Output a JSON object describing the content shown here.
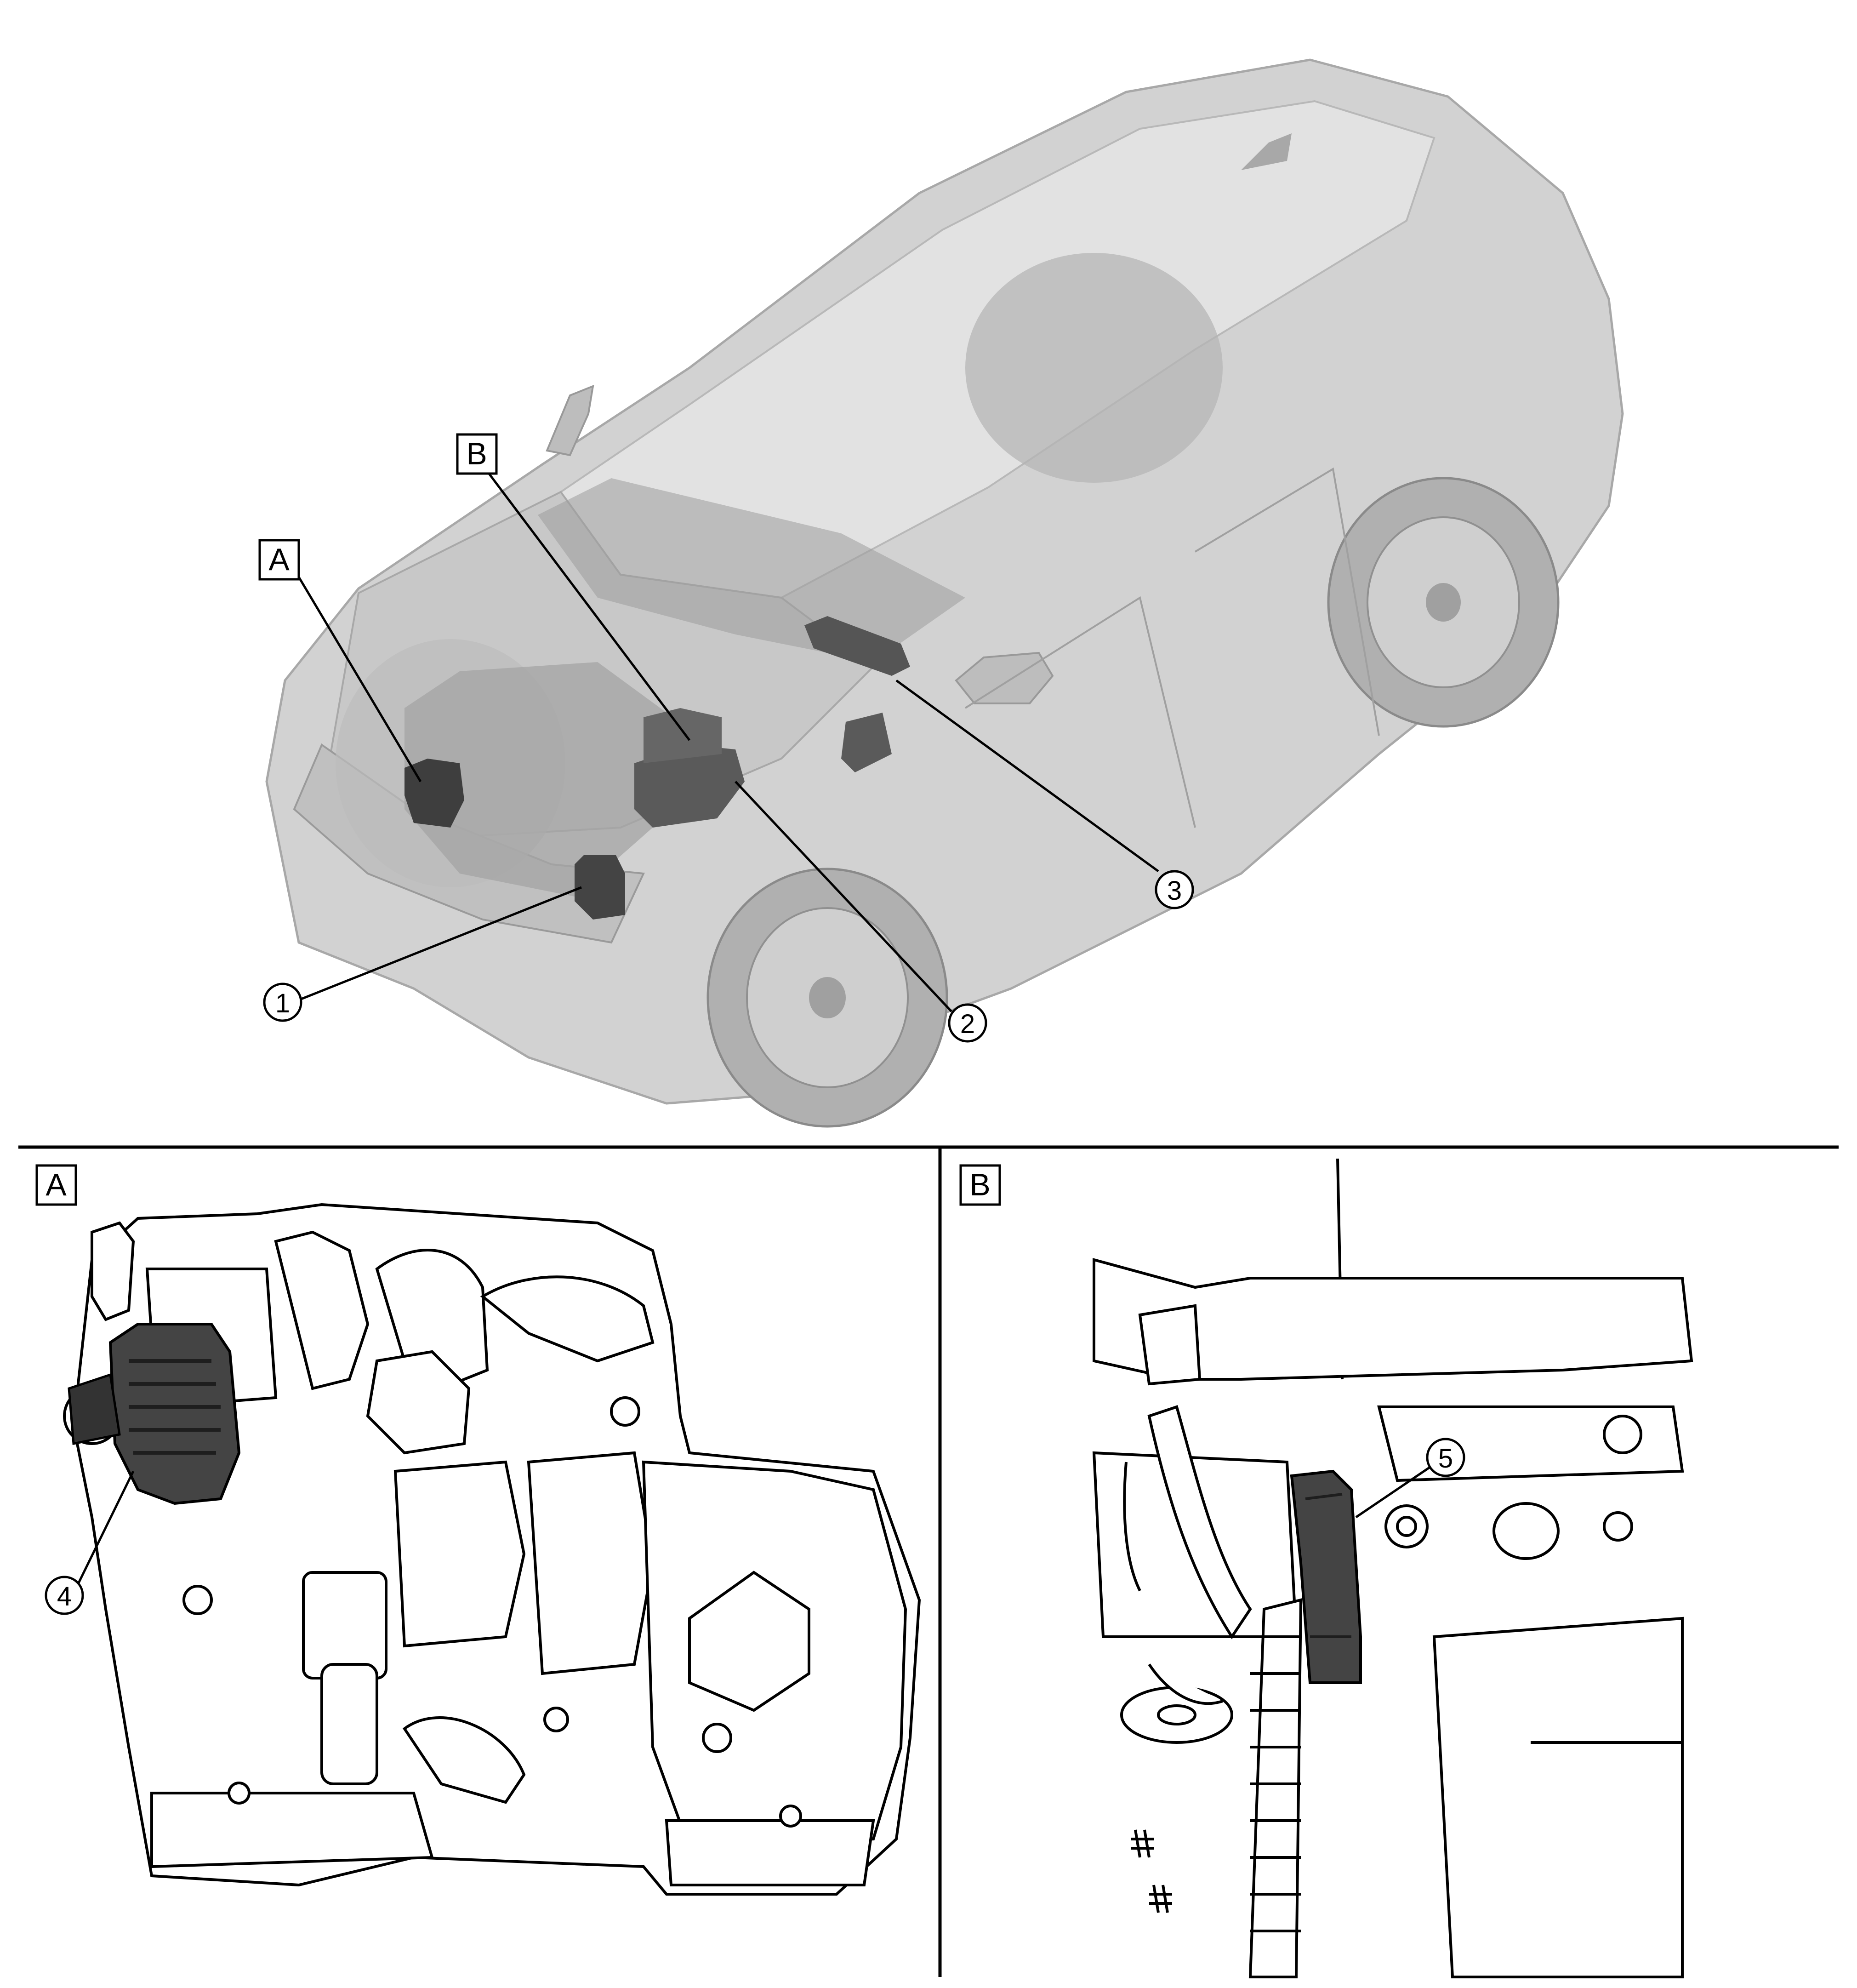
{
  "callouts": {
    "c1": "1",
    "c2": "2",
    "c3": "3",
    "c4": "4",
    "c5": "5"
  },
  "views": {
    "a": "A",
    "b": "B"
  },
  "colors": {
    "car_body": "#d2d2d2",
    "car_shadow": "#b4b4b4",
    "component_dark": "#444444",
    "line": "#000000",
    "background": "#ffffff"
  }
}
